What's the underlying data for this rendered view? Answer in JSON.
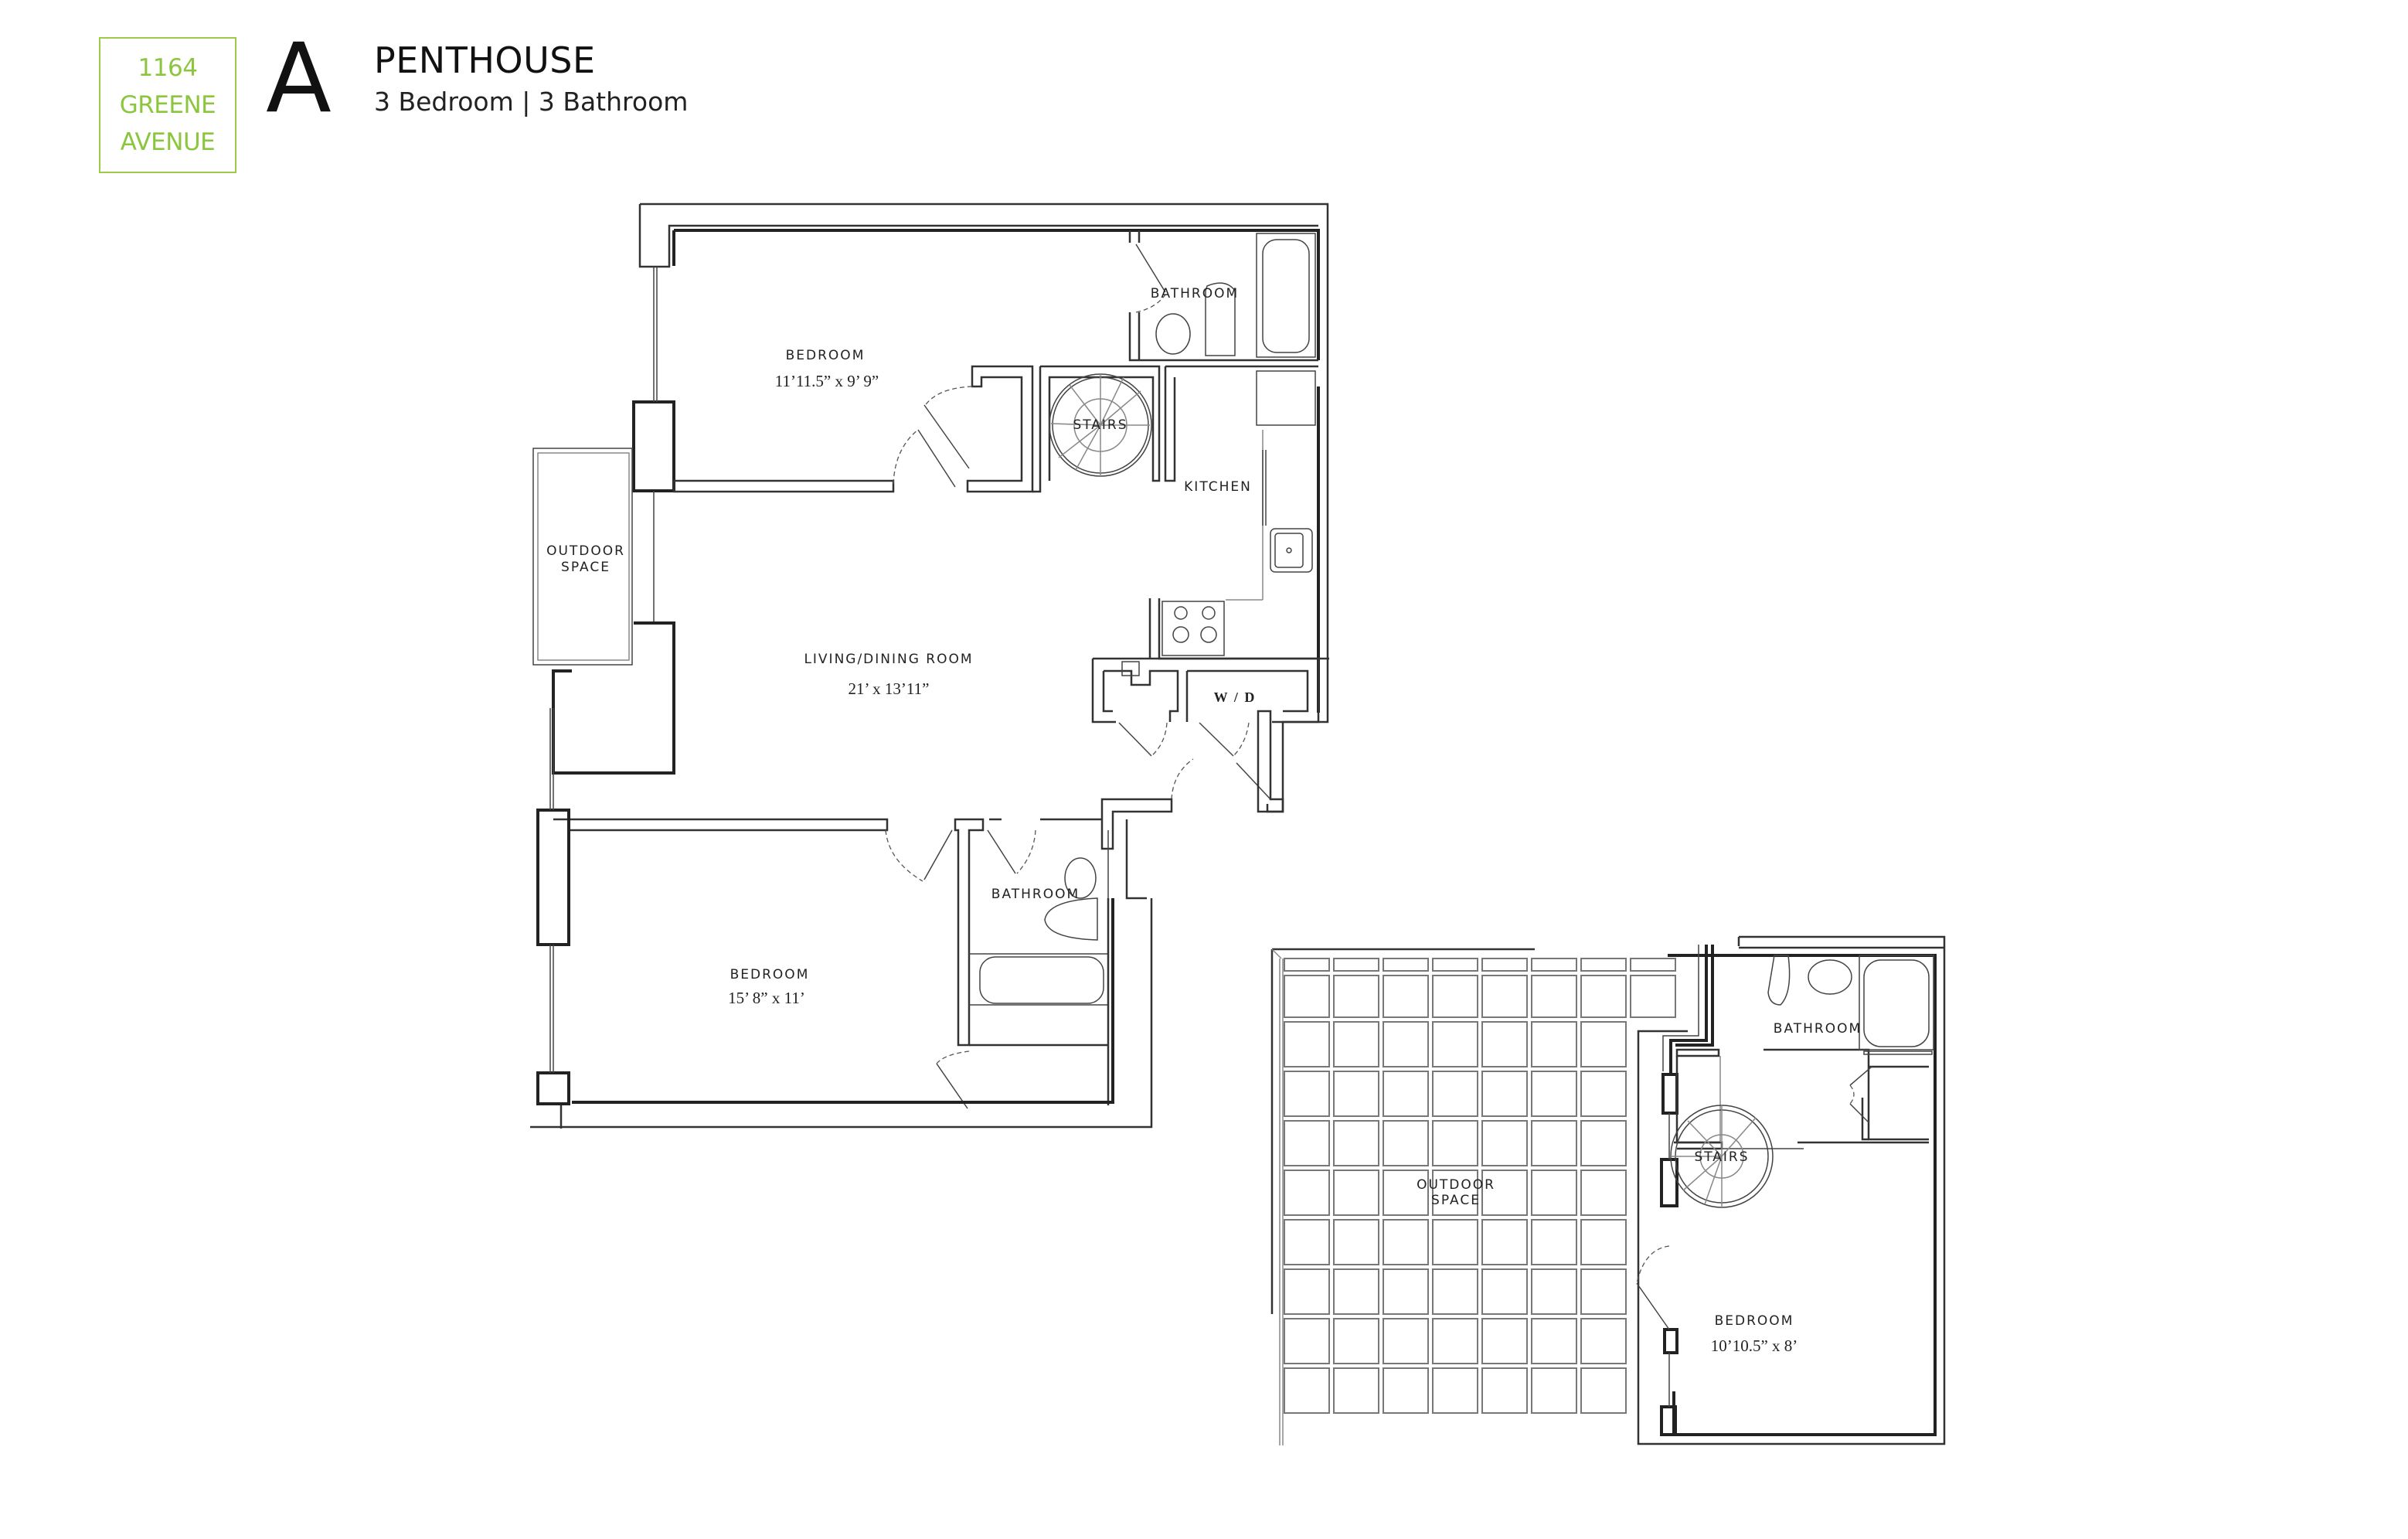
{
  "header": {
    "address_lines": [
      "1164",
      "GREENE",
      "AVENUE"
    ],
    "unit_letter": "A",
    "unit_name": "PENTHOUSE",
    "unit_summary": "3 Bedroom | 3 Bathroom"
  },
  "colors": {
    "brand_green": "#8cc63f",
    "line": "#222222",
    "background": "#ffffff"
  },
  "lower_level": {
    "rooms": [
      {
        "name": "BEDROOM",
        "dimensions": "11’11.5” x 9’ 9”"
      },
      {
        "name": "BATHROOM"
      },
      {
        "name": "STAIRS"
      },
      {
        "name": "KITCHEN"
      },
      {
        "name": "OUTDOOR",
        "name2": "SPACE"
      },
      {
        "name": "LIVING/DINING ROOM",
        "dimensions": "21’ x 13’11”"
      },
      {
        "name": "W / D"
      },
      {
        "name": "BATHROOM"
      },
      {
        "name": "BEDROOM",
        "dimensions": "15’ 8” x 11’"
      }
    ]
  },
  "upper_level": {
    "rooms": [
      {
        "name": "BATHROOM"
      },
      {
        "name": "STAIRS"
      },
      {
        "name": "OUTDOOR",
        "name2": "SPACE"
      },
      {
        "name": "BEDROOM",
        "dimensions": "10’10.5” x 8’"
      }
    ]
  }
}
